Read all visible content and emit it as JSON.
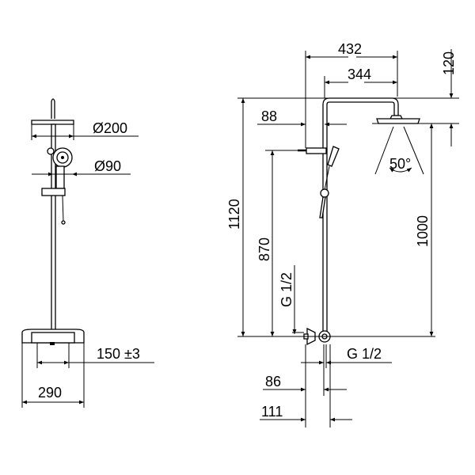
{
  "side_view": {
    "head_diameter": "Ø200",
    "hand_shower_diameter": "Ø90",
    "inlet_spacing": "150 ±3",
    "body_width": "290"
  },
  "front_view": {
    "arm_reach": "432",
    "arm_inner": "344",
    "head_height": "120",
    "pole_offset": "88",
    "total_height": "1120",
    "holder_height": "870",
    "thread_vertical": "G 1/2",
    "head_to_base": "1000",
    "spray_angle": "50°",
    "thread_horizontal": "G 1/2",
    "depth_86": "86",
    "depth_111": "111"
  }
}
